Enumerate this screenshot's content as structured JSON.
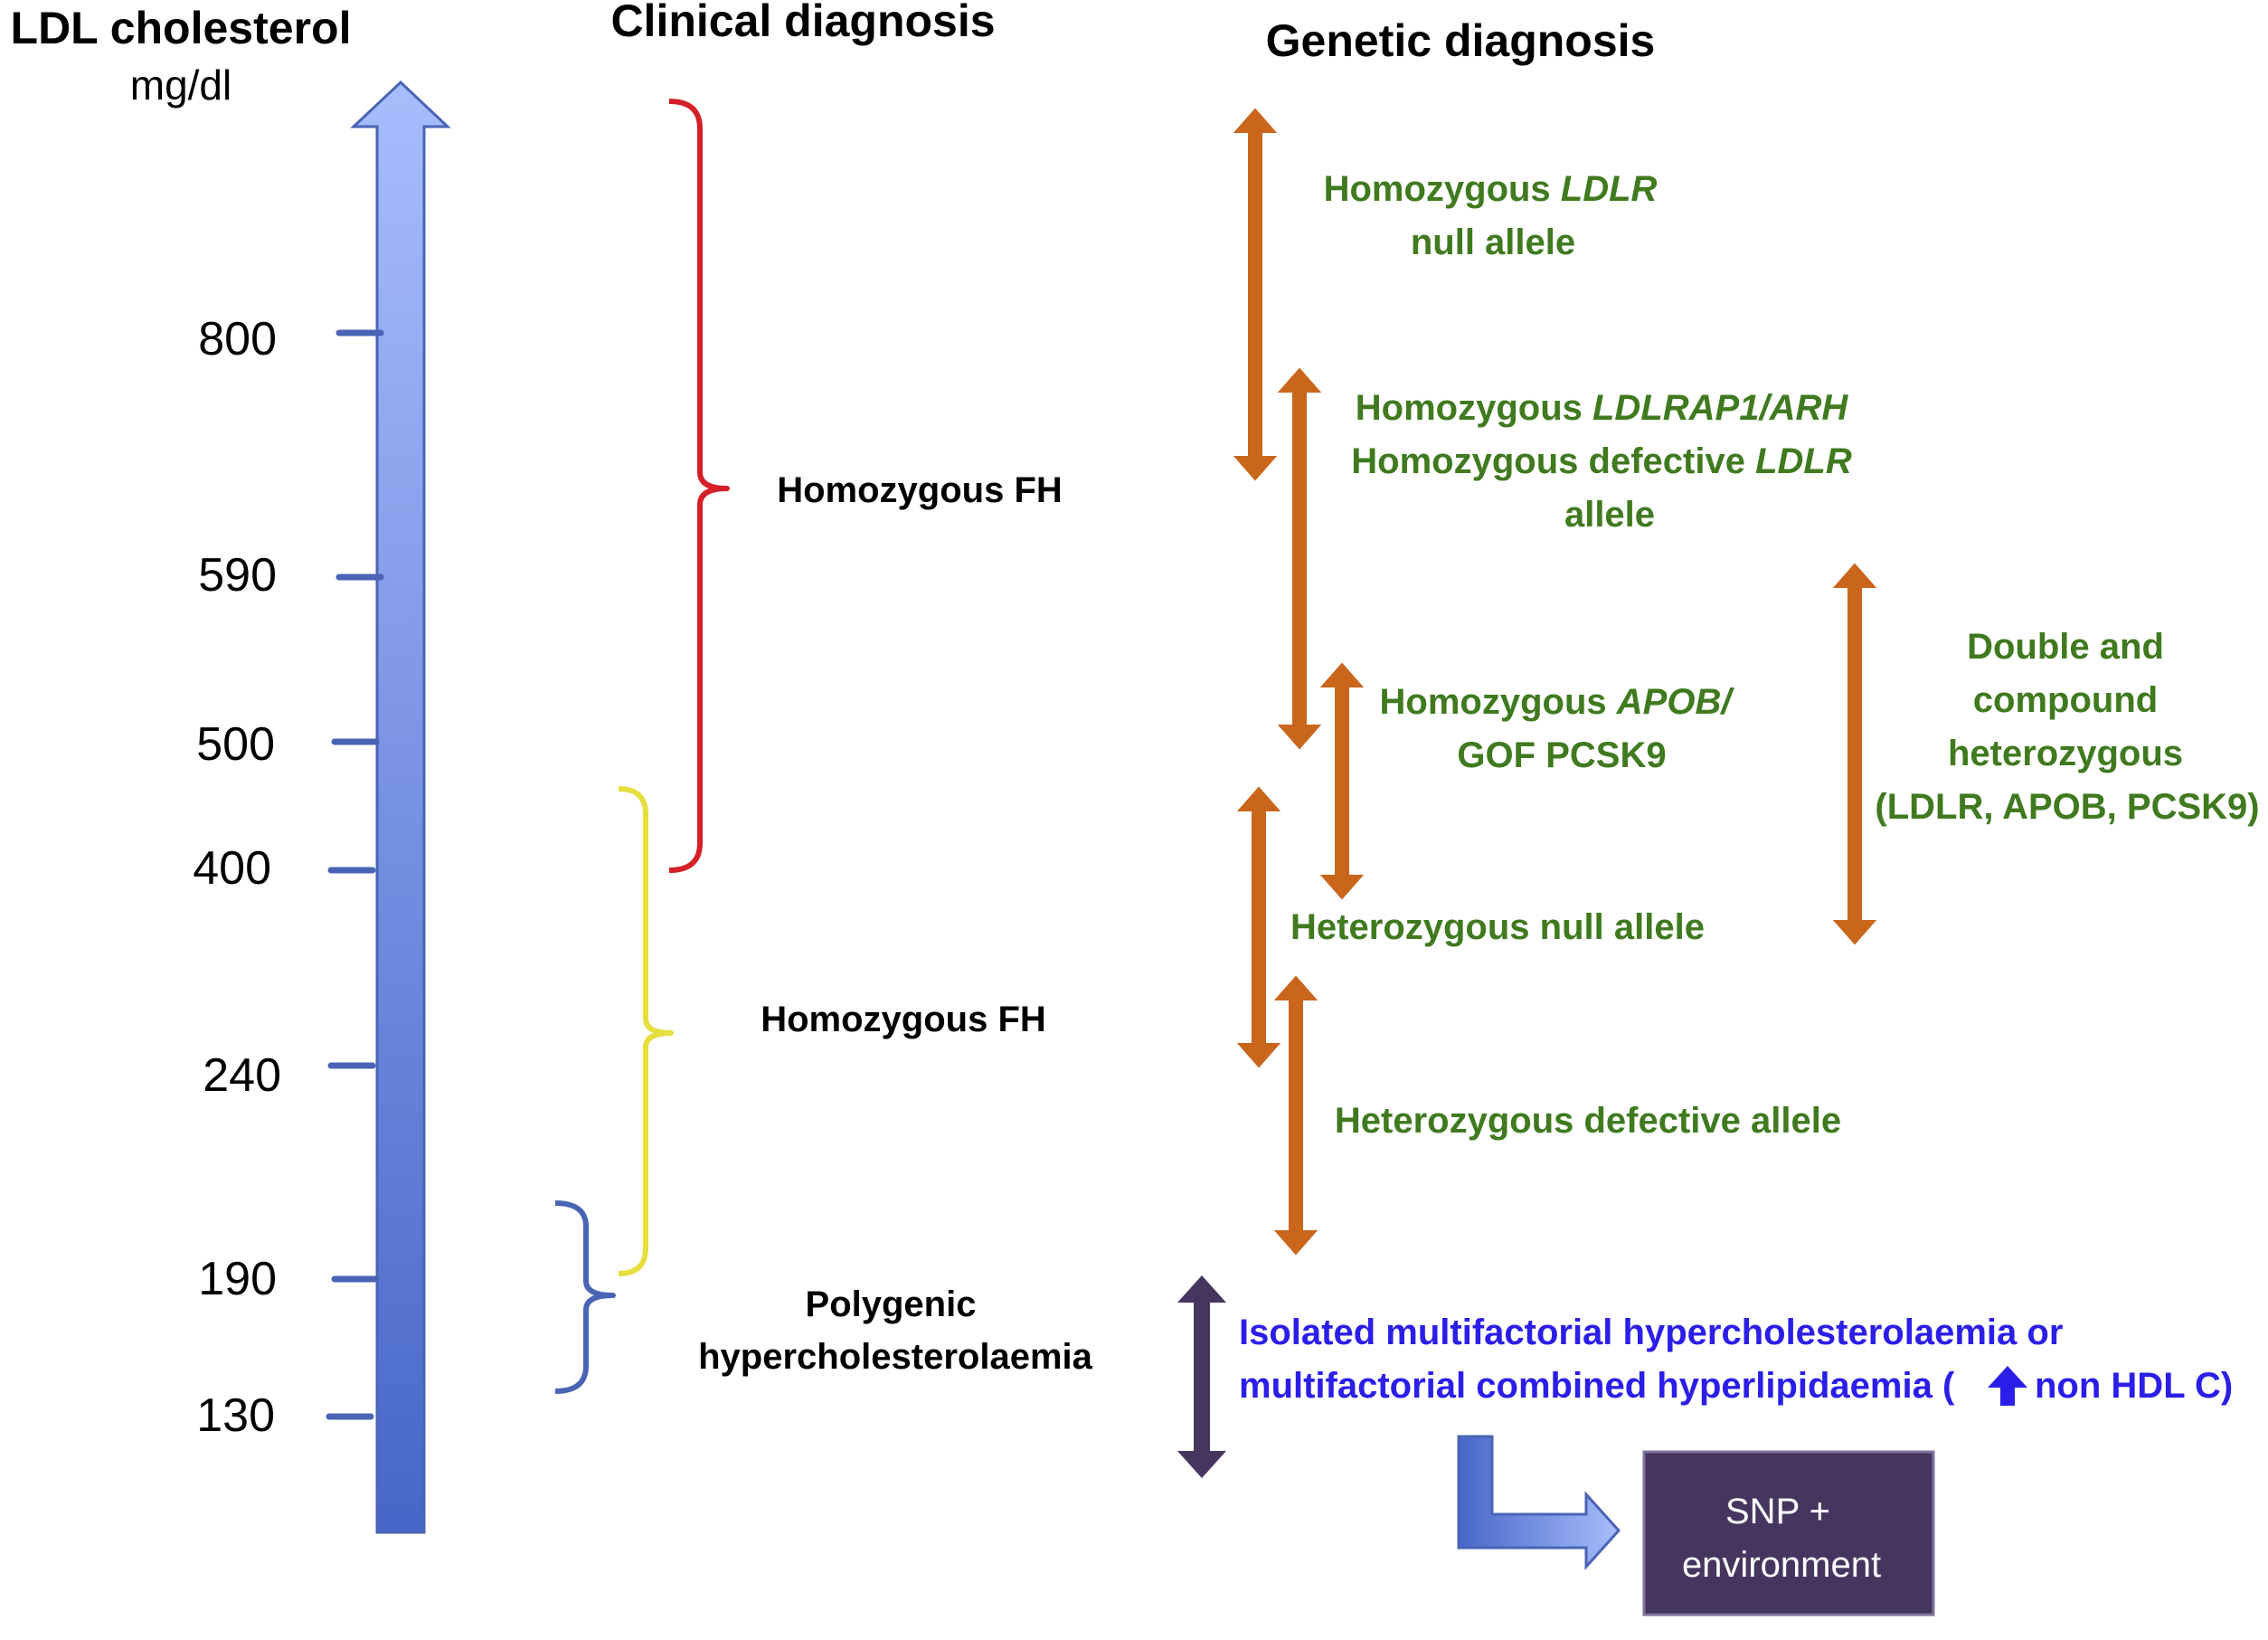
{
  "headers": {
    "ldl_title": "LDL cholesterol",
    "ldl_unit": "mg/dl",
    "clinical": "Clinical diagnosis",
    "genetic": "Genetic diagnosis"
  },
  "scale_ticks": [
    "800",
    "590",
    "500",
    "400",
    "240",
    "190",
    "130"
  ],
  "clinical": {
    "upper": "Homozygous FH",
    "middle": "Homozygous FH",
    "lower_line1": "Polygenic",
    "lower_line2": "hypercholesterolaemia"
  },
  "genetic": {
    "ldlr_null": {
      "line1_prefix": "Homozygous ",
      "line1_italic": "LDLR",
      "line2": "null allele"
    },
    "ldlrap1": {
      "line1_prefix": "Homozygous ",
      "line1_italic": "LDLRAP1/ARH",
      "line2_prefix": "Homozygous defective ",
      "line2_italic": "LDLR",
      "line3": "allele"
    },
    "apob": {
      "line1_prefix": "Homozygous ",
      "line1_italic": "APOB/",
      "line2_italic": "GOF PCSK9"
    },
    "het_null": "Heterozygous null allele",
    "het_defective": "Heterozygous defective allele",
    "double": {
      "line1": "Double and",
      "line2": "compound",
      "line3": "heterozygous",
      "line4": "(LDLR, APOB, PCSK9)"
    }
  },
  "multifactorial": {
    "line1": "Isolated multifactorial hypercholesterolaemia or",
    "line2_prefix": "multifactorial combined hyperlipidaemia (",
    "line2_suffix": "non HDL C)",
    "arrow_icon": "up-arrow-icon"
  },
  "snp_box": {
    "line1": "SNP +",
    "line2": "environment"
  },
  "colors": {
    "scale_top": "#a7bdfc",
    "scale_bottom": "#4766c7",
    "tick": "#4a64b5",
    "red_bracket": "#d42027",
    "yellow_bracket": "#e6df3f",
    "blue_bracket": "#4a64b5",
    "orange_arrow": "#c9661c",
    "purple_arrow": "#46365f",
    "genetic_text": "#3f7a1f",
    "multi_text": "#2b1ee8",
    "snp_box": "#46365f"
  }
}
